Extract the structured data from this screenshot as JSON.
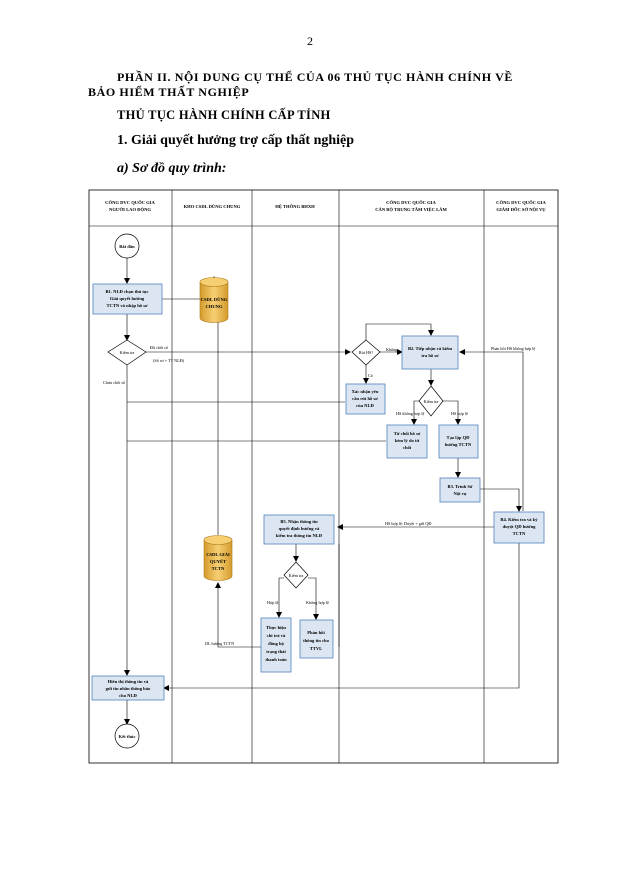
{
  "page": {
    "number": "2",
    "heading_line1": "PHẦN II. NỘI DUNG CỤ THỂ CỦA 06 THỦ TỤC HÀNH CHÍNH VỀ",
    "heading_line2": "BẢO HIỂM THẤT NGHIỆP",
    "subheading": "THỦ TỤC HÀNH CHÍNH CẤP TỈNH",
    "section": "1. Giải quyết hưởng trợ cấp thất nghiệp",
    "subsection": "a) Sơ đồ quy trình:"
  },
  "diagram": {
    "lanes": [
      {
        "id": "l1",
        "line1": "CỔNG DVC QUỐC GIA",
        "line2": "NGƯỜI LAO ĐỘNG"
      },
      {
        "id": "l2",
        "line1": "KHO CSDL DÙNG CHUNG",
        "line2": ""
      },
      {
        "id": "l3",
        "line1": "HỆ THỐNG BHXH",
        "line2": ""
      },
      {
        "id": "l4",
        "line1": "CỔNG DVC QUỐC GIA",
        "line2": "CÁN BỘ TRUNG TÂM VIỆC LÀM"
      },
      {
        "id": "l5",
        "line1": "CỔNG DVC QUỐC GIA",
        "line2": "GIÁM ĐỐC SỞ NỘI VỤ"
      }
    ],
    "nodes": {
      "start": "Bắt đầu",
      "b1": [
        "B1. NLĐ chọn thủ tục",
        "Giải quyết hưởng",
        "TCTN và nhập hồ sơ"
      ],
      "kiemtra1": "Kiểm tra",
      "db1": [
        "CSDL DÙNG",
        "CHUNG"
      ],
      "rut_hs": "Rút HS?",
      "b2": [
        "B2. Tiếp nhận và kiểm",
        "tra hồ sơ"
      ],
      "xacnhan": [
        "Xác nhận yêu",
        "cầu rút hồ sơ",
        "của NLĐ"
      ],
      "kiemtra2": "Kiểm tra",
      "tuchoi": [
        "Từ chối hồ sơ",
        "kèm lý do từ",
        "chối"
      ],
      "taolap": [
        "Tạo lập QĐ",
        "hưởng TCTN"
      ],
      "b3": [
        "B3. Trình Sở",
        "Nội vụ"
      ],
      "b4": [
        "B4. Kiểm tra và ký",
        "duyệt QĐ hưởng",
        "TCTN"
      ],
      "b5": [
        "B5. Nhận thông tin",
        "quyết định hưởng và",
        "kiểm tra thông tin NLĐ"
      ],
      "db2": [
        "CSDL GIẢI",
        "QUYẾT",
        "TCTN"
      ],
      "kiemtra3": "Kiểm tra",
      "thuchien": [
        "Thực hiện",
        "chi trả và",
        "đồng bộ",
        "trạng thái",
        "thanh toán"
      ],
      "phanhoi": [
        "Phản hồi",
        "thông tin cho",
        "TTVL"
      ],
      "hienthi": [
        "Hiển thị thông tin và",
        "gửi tin nhắn thông báo",
        "cho NLĐ"
      ],
      "end": "Kết thúc"
    },
    "labels": {
      "da_chot_so": "Đã chốt sổ",
      "so_tt_nld": "(Sổ sơ + TT NLĐ)",
      "chua_chot_so": "Chưa chốt sổ",
      "khong": "Không",
      "co": "Có",
      "hs_khong_hop_le": "HS không hợp lệ",
      "hs_hop_le": "HS hợp lệ",
      "phan_hoi_hs": "Phản hồi HS không hợp lệ",
      "hs_hop_le_duyet": "HS hợp lệ: Duyệt + gửi QĐ",
      "hop_le": "Hợp lệ",
      "khong_hop_le": "Không hợp lệ",
      "dl_huong": "DL hưởng TCTN"
    }
  }
}
